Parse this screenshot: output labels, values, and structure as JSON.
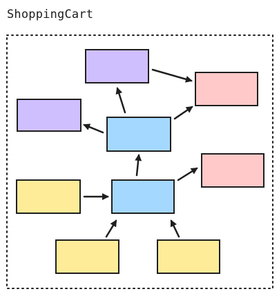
{
  "diagram": {
    "title": "ShoppingCart",
    "colors": {
      "purple": "#d0bfff",
      "blue": "#a5d8ff",
      "pink": "#ffc9c9",
      "yellow": "#ffec99",
      "stroke": "#1e1e1e",
      "frame": "#1e1e1e",
      "background": "#ffffff"
    },
    "nodes": [
      {
        "id": "top-purple",
        "color": "purple"
      },
      {
        "id": "left-purple",
        "color": "purple"
      },
      {
        "id": "top-pink",
        "color": "pink"
      },
      {
        "id": "upper-blue",
        "color": "blue"
      },
      {
        "id": "right-pink",
        "color": "pink"
      },
      {
        "id": "left-yellow",
        "color": "yellow"
      },
      {
        "id": "central-blue",
        "color": "blue"
      },
      {
        "id": "bottom-left-yellow",
        "color": "yellow"
      },
      {
        "id": "bottom-right-yellow",
        "color": "yellow"
      }
    ],
    "edges": [
      {
        "from": "top-purple",
        "to": "top-pink"
      },
      {
        "from": "upper-blue",
        "to": "top-purple"
      },
      {
        "from": "upper-blue",
        "to": "left-purple"
      },
      {
        "from": "upper-blue",
        "to": "top-pink"
      },
      {
        "from": "central-blue",
        "to": "upper-blue"
      },
      {
        "from": "central-blue",
        "to": "right-pink"
      },
      {
        "from": "left-yellow",
        "to": "central-blue"
      },
      {
        "from": "bottom-left-yellow",
        "to": "central-blue"
      },
      {
        "from": "bottom-right-yellow",
        "to": "central-blue"
      }
    ]
  }
}
